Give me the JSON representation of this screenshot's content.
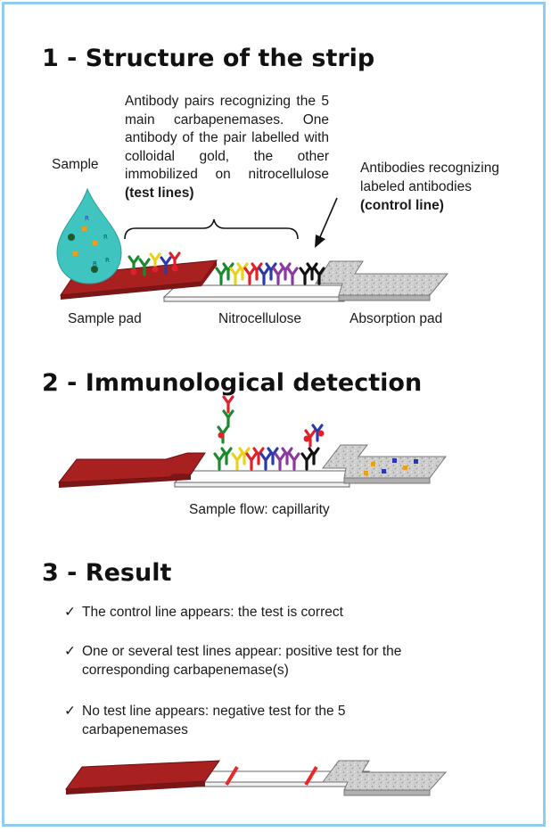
{
  "sections": [
    {
      "title": "1 - Structure of the strip"
    },
    {
      "title": "2 - Immunological detection"
    },
    {
      "title": "3 - Result"
    }
  ],
  "structure": {
    "sample_label": "Sample",
    "antibody_pairs_text": "Antibody pairs recognizing the 5 main carbapenemases. One antibody of the pair labelled with colloidal gold, the other immobilized on nitrocellulose",
    "test_lines_label": "(test lines)",
    "control_antibodies_text": "Antibodies recognizing labeled antibodies",
    "control_line_label": "(control line)",
    "sample_pad_label": "Sample pad",
    "nitrocellulose_label": "Nitrocellulose",
    "absorption_pad_label": "Absorption pad"
  },
  "detection": {
    "flow_label": "Sample flow: capillarity"
  },
  "result": {
    "check_glyph": "✓",
    "items": [
      "The control line appears: the test is correct",
      "One or several  test lines appear: positive test for the corresponding carbapenemase(s)",
      "No test line appears: negative test for the 5 carbapenemases"
    ]
  },
  "colors": {
    "frame": "#8ecdf0",
    "sample_pad": "#a82020",
    "drop": "#3fc4bf",
    "absorption_pad": "#c9c9c9",
    "test_line": "#e8292c",
    "antibody_green": "#1b8a2e",
    "antibody_yellow": "#e8d21a",
    "antibody_red": "#e0202a",
    "antibody_blue": "#2a3aa8",
    "antibody_purple": "#8a3aa0",
    "antibody_control": "#111111"
  }
}
